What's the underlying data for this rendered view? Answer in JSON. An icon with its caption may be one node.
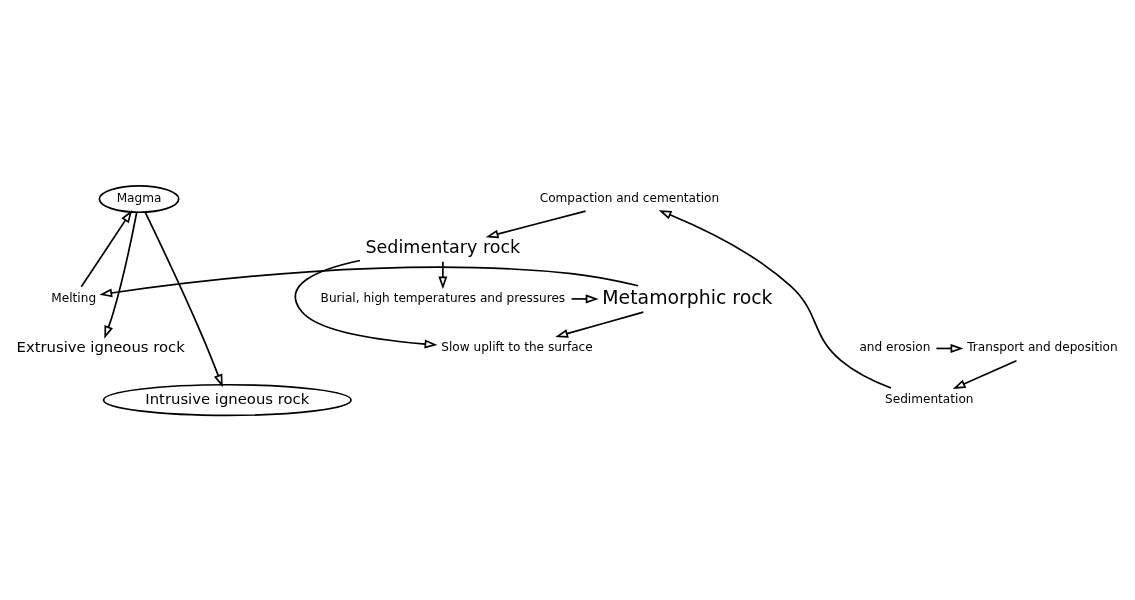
{
  "diagram": {
    "nodes": [
      {
        "text": [
          "Magma"
        ]
      },
      {
        "text": [
          "Extrusive igneous rock"
        ]
      },
      {
        "text": [
          "Intrusive igneous rock"
        ]
      },
      {
        "text": [
          "and erosion"
        ]
      },
      {
        "text": [
          "Slow uplift to the surface"
        ]
      },
      {
        "text": [
          "Transport and deposition"
        ]
      },
      {
        "text": [
          "Sedimentation"
        ]
      },
      {
        "text": [
          "Compaction and cementation"
        ]
      },
      {
        "text": [
          "Sedimentary rock"
        ]
      },
      {
        "text": [
          "Burial, high temperatures and pressures"
        ]
      },
      {
        "text": [
          "Metamorphic rock"
        ]
      },
      {
        "text": [
          "Melting"
        ]
      }
    ],
    "edges": [
      {
        "from": 0,
        "to": 1,
        "arrow": "to"
      },
      {
        "from": 0,
        "to": 2,
        "arrow": "to"
      },
      {
        "from": 10,
        "to": 4,
        "arrow": "to"
      },
      {
        "from": 8,
        "to": 4,
        "arrow": "to"
      },
      {
        "from": 3,
        "to": 5,
        "arrow": "to"
      },
      {
        "from": 5,
        "to": 6,
        "arrow": "to"
      },
      {
        "from": 6,
        "to": 7,
        "arrow": "to"
      },
      {
        "from": 7,
        "to": 8,
        "arrow": "to"
      },
      {
        "from": 8,
        "to": 9,
        "arrow": "to"
      },
      {
        "from": 9,
        "to": 10,
        "arrow": "to"
      },
      {
        "from": 10,
        "to": 11,
        "arrow": "to"
      },
      {
        "from": 11,
        "to": 0,
        "arrow": "to"
      }
    ]
  }
}
